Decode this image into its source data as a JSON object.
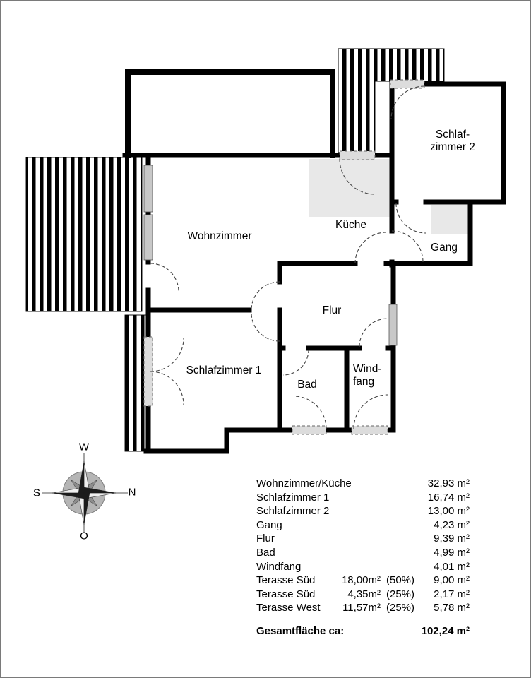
{
  "floorplan": {
    "labels": {
      "wohnzimmer": "Wohnzimmer",
      "kueche": "Küche",
      "gang": "Gang",
      "flur": "Flur",
      "schlafzimmer1": "Schlafzimmer 1",
      "schlafzimmer2_l1": "Schlaf-",
      "schlafzimmer2_l2": "zimmer 2",
      "bad": "Bad",
      "windfang_l1": "Wind-",
      "windfang_l2": "fang"
    }
  },
  "compass": {
    "top": "W",
    "left": "S",
    "right": "N",
    "bottom": "O"
  },
  "area_table": {
    "rows": [
      {
        "label": "Wohnzimmer/Küche",
        "mid": "",
        "pct": "",
        "value": "32,93 m²"
      },
      {
        "label": "Schlafzimmer 1",
        "mid": "",
        "pct": "",
        "value": "16,74 m²"
      },
      {
        "label": "Schlafzimmer 2",
        "mid": "",
        "pct": "",
        "value": "13,00 m²"
      },
      {
        "label": "Gang",
        "mid": "",
        "pct": "",
        "value": "4,23 m²"
      },
      {
        "label": "Flur",
        "mid": "",
        "pct": "",
        "value": "9,39 m²"
      },
      {
        "label": "Bad",
        "mid": "",
        "pct": "",
        "value": "4,99 m²"
      },
      {
        "label": "Windfang",
        "mid": "",
        "pct": "",
        "value": "4,01 m²"
      },
      {
        "label": "Terasse Süd",
        "mid": "18,00m²",
        "pct": "(50%)",
        "value": "9,00 m²"
      },
      {
        "label": "Terasse Süd",
        "mid": "4,35m²",
        "pct": "(25%)",
        "value": "2,17 m²"
      },
      {
        "label": "Terasse West",
        "mid": "11,57m²",
        "pct": "(25%)",
        "value": "5,78 m²"
      }
    ],
    "total": {
      "label": "Gesamtfläche ca:",
      "value": "102,24 m²"
    }
  }
}
